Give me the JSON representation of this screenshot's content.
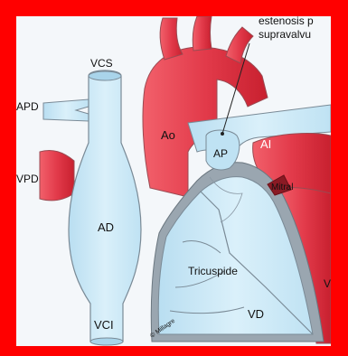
{
  "diagram": {
    "annotation_line1": "estenosis p",
    "annotation_line2": "supravalvu",
    "labels": {
      "vcs": "VCS",
      "apd": "APD",
      "vpd": "VPD",
      "ad": "AD",
      "vci": "VCI",
      "ao": "Ao",
      "ap": "AP",
      "ai": "AI",
      "mitral": "Mitral",
      "tricuspide": "Tricuspide",
      "vd": "VD",
      "vi": "V",
      "credit": "© Millagre"
    },
    "colors": {
      "frame": "#ff0000",
      "background": "#f4f7fa",
      "venous_blue": "#cfe9f6",
      "arterial_red": "#e23a4a",
      "outline": "#7a8a96"
    }
  }
}
